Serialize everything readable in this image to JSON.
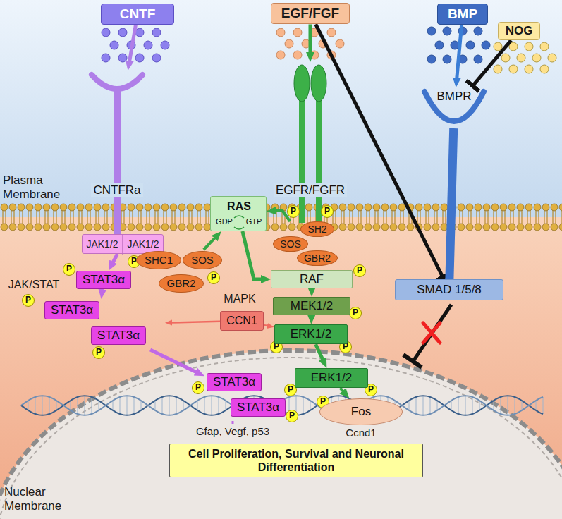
{
  "diagram": {
    "nodes": [
      {
        "text": [
          "CNTF"
        ]
      },
      {
        "text": [
          "EGF/FGF"
        ]
      },
      {
        "text": [
          "BMP"
        ]
      },
      {
        "text": [
          "NOG"
        ]
      },
      {
        "text": [
          "CNTFRa"
        ]
      },
      {
        "text": [
          "EGFR/FGFR"
        ]
      },
      {
        "text": [
          "BMPR"
        ]
      },
      {
        "text": [
          "RAS",
          "GDP",
          "GTP"
        ]
      },
      {
        "text": [
          "JAK1/2",
          "JAK1/2"
        ]
      },
      {
        "text": [
          "SHC1",
          "SOS",
          "GBR2"
        ]
      },
      {
        "text": [
          "SH2",
          "SOS",
          "GBR2"
        ]
      },
      {
        "text": [
          "STAT3α"
        ]
      },
      {
        "text": [
          "RAF"
        ]
      },
      {
        "text": [
          "SMAD 1/5/8"
        ]
      },
      {
        "text": [
          "MEK1/2"
        ]
      },
      {
        "text": [
          "CCN1"
        ]
      },
      {
        "text": [
          "STAT3α",
          "STAT3α"
        ]
      },
      {
        "text": [
          "ERK1/2"
        ]
      },
      {
        "text": [
          "ERK1/2"
        ]
      },
      {
        "text": [
          "STAT3α",
          "STAT3α"
        ]
      },
      {
        "text": [
          "Fos"
        ]
      },
      {
        "text": [
          "Cell Proliferation, Survival and Neuronal Differentiation"
        ]
      }
    ],
    "edges": [
      {
        "from": 0,
        "to": 4,
        "arrow": "to"
      },
      {
        "from": 1,
        "to": 5,
        "arrow": "to"
      },
      {
        "from": 2,
        "to": 6,
        "arrow": "to"
      },
      {
        "from": 3,
        "to": 6,
        "arrow": "to"
      },
      {
        "from": 1,
        "to": 13,
        "arrow": "to"
      },
      {
        "from": 6,
        "to": 13,
        "arrow": "none"
      },
      {
        "from": 8,
        "to": 11,
        "arrow": "to"
      },
      {
        "from": 11,
        "to": 16,
        "arrow": "to"
      },
      {
        "from": 16,
        "to": 19,
        "arrow": "to"
      },
      {
        "from": 9,
        "to": 7,
        "arrow": "to"
      },
      {
        "from": 10,
        "to": 7,
        "arrow": "to"
      },
      {
        "from": 7,
        "to": 12,
        "arrow": "to"
      },
      {
        "from": 12,
        "to": 14,
        "arrow": "to"
      },
      {
        "from": 14,
        "to": 17,
        "arrow": "to"
      },
      {
        "from": 15,
        "to": 16,
        "arrow": "to"
      },
      {
        "from": 15,
        "to": 17,
        "arrow": "to"
      },
      {
        "from": 17,
        "to": 18,
        "arrow": "to"
      },
      {
        "from": 18,
        "to": 20,
        "arrow": "to"
      }
    ],
    "labels": [
      "Plasma Membrane",
      "JAK/STAT",
      "MAPK",
      "Gfap, Vegf, p53",
      "Ccnd1",
      "Nuclear Membrane",
      "P",
      "P",
      "P",
      "P",
      "P",
      "P",
      "P",
      "P",
      "P",
      "P",
      "P",
      "P",
      "P",
      "P",
      "P",
      "P",
      "P"
    ]
  }
}
